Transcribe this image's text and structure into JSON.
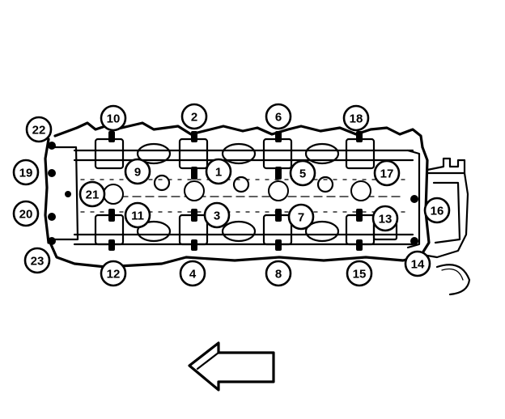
{
  "diagram": {
    "callouts": [
      "22",
      "10",
      "2",
      "6",
      "18",
      "19",
      "9",
      "1",
      "5",
      "17",
      "21",
      "16",
      "20",
      "11",
      "3",
      "7",
      "13",
      "23",
      "12",
      "4",
      "8",
      "15",
      "14"
    ],
    "arrow": {
      "direction": "left"
    }
  }
}
